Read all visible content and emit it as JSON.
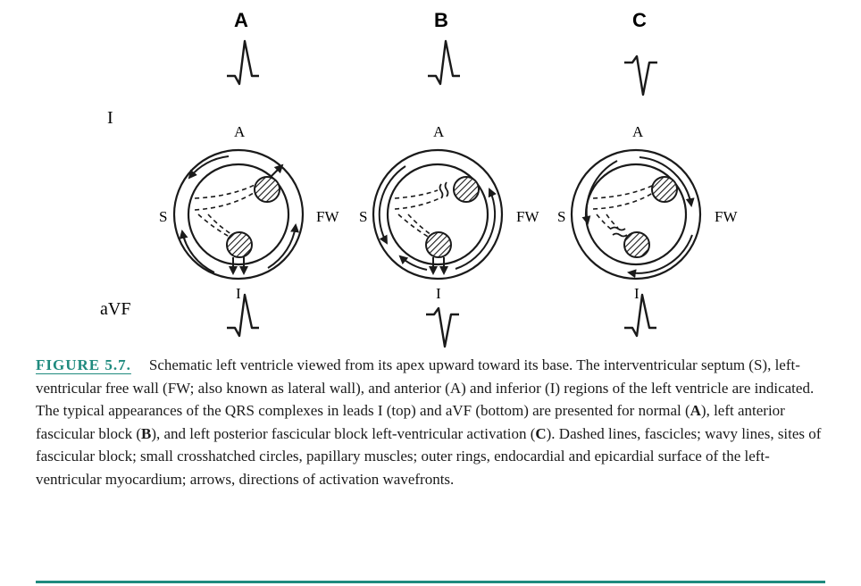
{
  "panels": [
    {
      "label": "A",
      "leadI": "up",
      "aVF": "up"
    },
    {
      "label": "B",
      "leadI": "up",
      "aVF": "down"
    },
    {
      "label": "C",
      "leadI": "down",
      "aVF": "up"
    }
  ],
  "leads": {
    "top": "I",
    "bottom": "aVF"
  },
  "regions": {
    "anterior": "A",
    "inferior": "I",
    "septum": "S",
    "free_wall": "FW"
  },
  "caption": {
    "figure_label": "FIGURE 5.7.",
    "s1": "Schematic left ventricle viewed from its apex upward toward its base. The interventricular septum (S), left-ventricular free wall (FW; also known as lateral wall), and anterior (A) and inferior (I) regions of the left ventricle are indicated. The typical appearances of the QRS complexes in leads I (top) and aVF (bottom) are presented for normal (",
    "b1": "A",
    "s2": "), left anterior fascicular block (",
    "b2": "B",
    "s3": "), and left posterior fascicular block left-ventricular activation (",
    "b3": "C",
    "s4": "). Dashed lines, fascicles; wavy lines, sites of fascicular block; small crosshatched circles, papillary muscles; outer rings, endocardial and epicardial surface of the left-ventricular myocardium; arrows, directions of activation wavefronts."
  }
}
